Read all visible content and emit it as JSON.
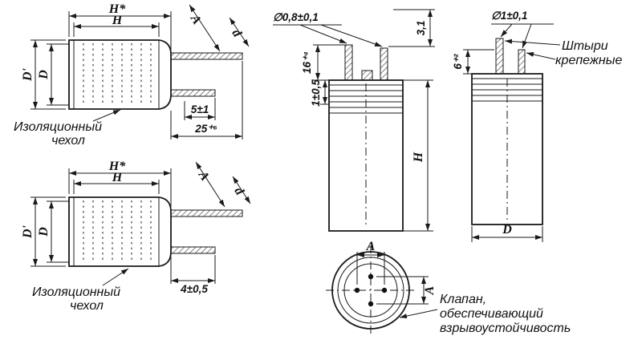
{
  "dims": {
    "h_star": "H*",
    "h": "H",
    "d_outer": "D'",
    "d_body": "D",
    "a": "A",
    "d_lead": "d",
    "five": "5±1",
    "twentyfive": "25⁺⁶",
    "four": "4±0,5",
    "dia_small": "∅0,8±0,1",
    "three_one": "3,1",
    "sixteen": "16⁺⁴",
    "one": "1±0,5",
    "dia_large": "∅1±0,1",
    "six": "6⁺²"
  },
  "callouts": {
    "sleeve": [
      "Изоляционный",
      "чехол"
    ],
    "pins": [
      "Штыри",
      "крепежные"
    ],
    "valve": [
      "Клапан,",
      "обеспечивающий",
      "взрывоустойчивость"
    ]
  }
}
